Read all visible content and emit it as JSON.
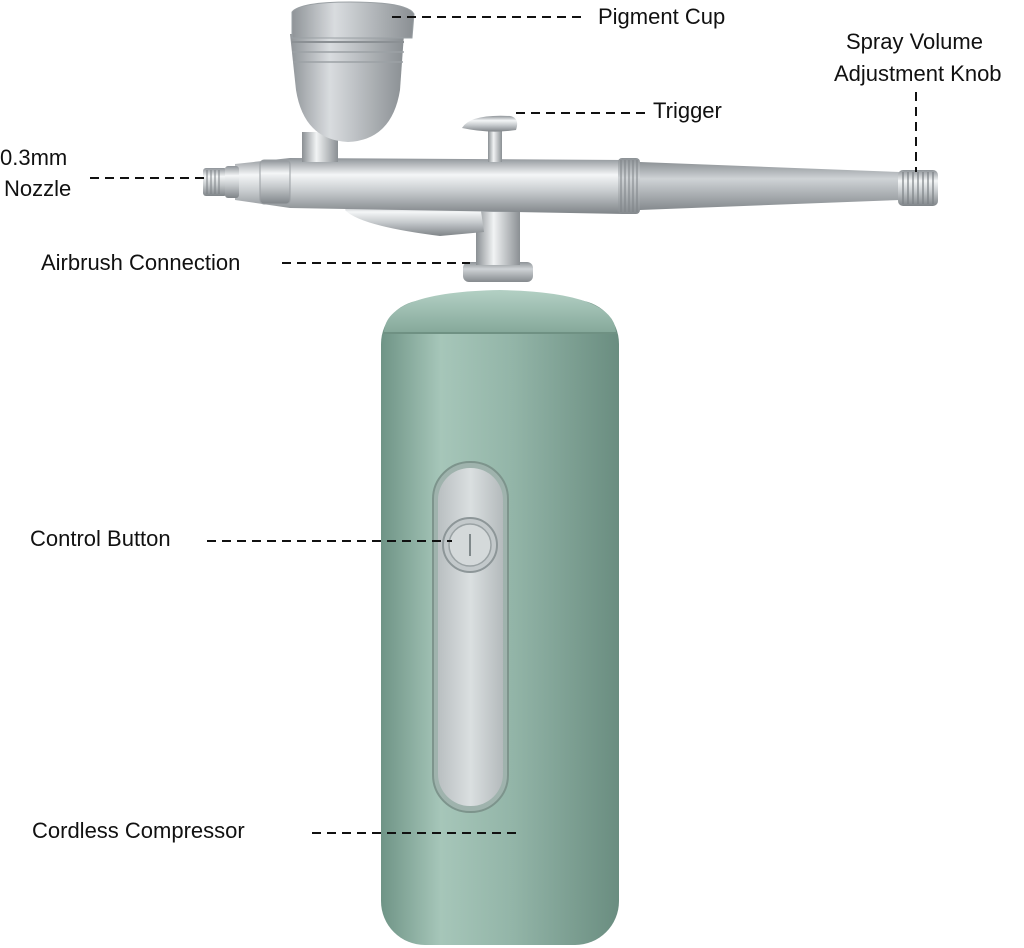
{
  "labels": {
    "pigment_cup": "Pigment Cup",
    "spray_volume_line1": "Spray Volume",
    "spray_volume_line2": "Adjustment Knob",
    "trigger": "Trigger",
    "nozzle_line1": "0.3mm",
    "nozzle_line2": "Nozzle",
    "airbrush_connection": "Airbrush Connection",
    "control_button": "Control Button",
    "cordless_compressor": "Cordless Compressor"
  },
  "colors": {
    "background": "#ffffff",
    "text": "#111111",
    "leader_line": "#111111",
    "compressor_body": "#8fb3a5",
    "chrome": "#c8ccd0",
    "satin_silver": "#a9aeb2"
  },
  "icons": {
    "power": "power-icon"
  }
}
